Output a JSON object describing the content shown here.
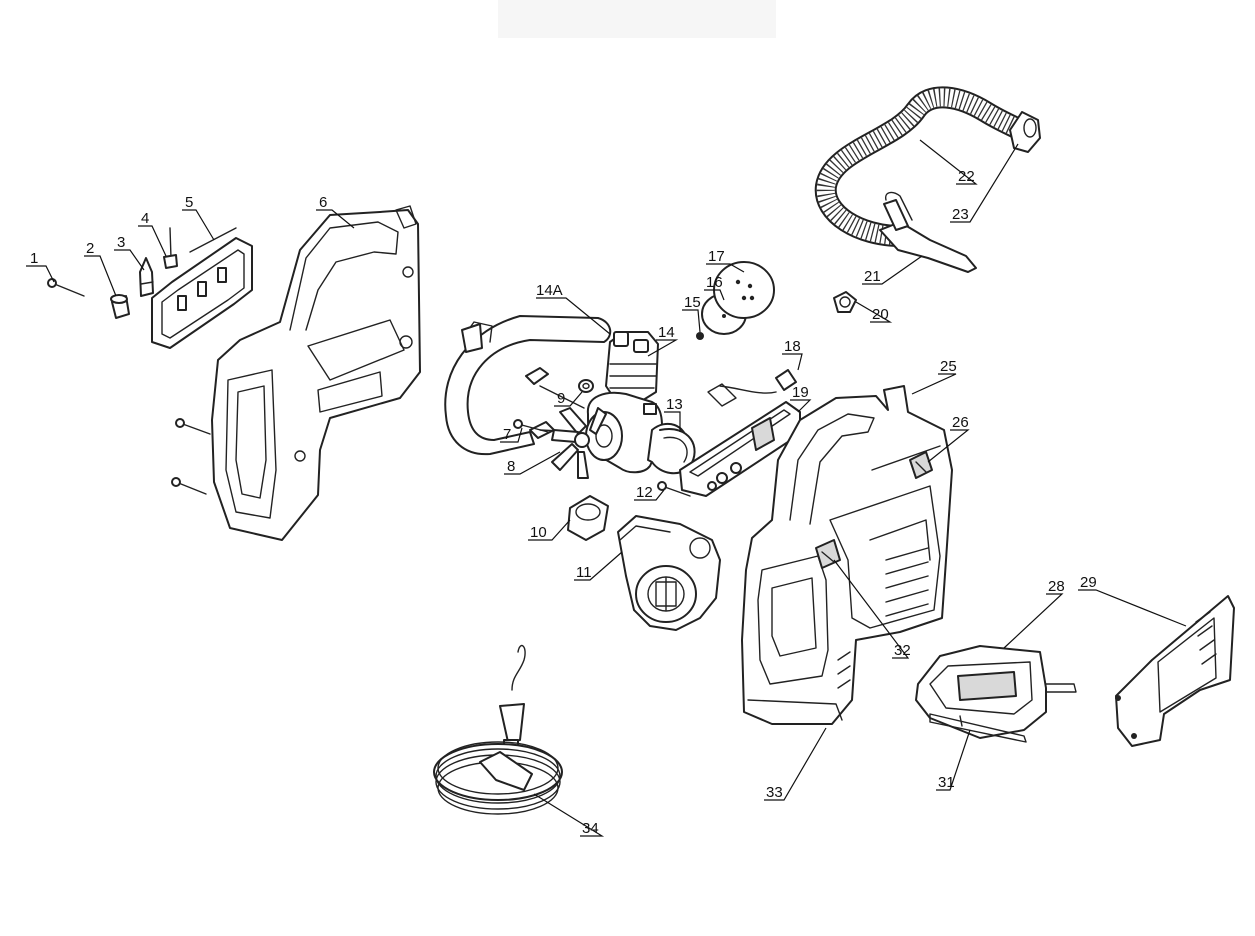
{
  "header": {
    "banner_color": "#f6f6f6"
  },
  "callouts": [
    {
      "id": "1",
      "label": "1"
    },
    {
      "id": "2",
      "label": "2"
    },
    {
      "id": "3",
      "label": "3"
    },
    {
      "id": "4",
      "label": "4"
    },
    {
      "id": "5",
      "label": "5"
    },
    {
      "id": "6",
      "label": "6"
    },
    {
      "id": "7",
      "label": "7"
    },
    {
      "id": "8",
      "label": "8"
    },
    {
      "id": "9",
      "label": "9"
    },
    {
      "id": "10",
      "label": "10"
    },
    {
      "id": "11",
      "label": "11"
    },
    {
      "id": "12",
      "label": "12"
    },
    {
      "id": "13",
      "label": "13"
    },
    {
      "id": "14",
      "label": "14"
    },
    {
      "id": "14A",
      "label": "14A"
    },
    {
      "id": "15",
      "label": "15"
    },
    {
      "id": "16",
      "label": "16"
    },
    {
      "id": "17",
      "label": "17"
    },
    {
      "id": "18",
      "label": "18"
    },
    {
      "id": "19",
      "label": "19"
    },
    {
      "id": "20",
      "label": "20"
    },
    {
      "id": "21",
      "label": "21"
    },
    {
      "id": "22",
      "label": "22"
    },
    {
      "id": "23",
      "label": "23"
    },
    {
      "id": "25",
      "label": "25"
    },
    {
      "id": "26",
      "label": "26"
    },
    {
      "id": "28",
      "label": "28"
    },
    {
      "id": "29",
      "label": "29"
    },
    {
      "id": "31",
      "label": "31"
    },
    {
      "id": "32",
      "label": "32"
    },
    {
      "id": "33",
      "label": "33"
    },
    {
      "id": "34",
      "label": "34"
    }
  ]
}
